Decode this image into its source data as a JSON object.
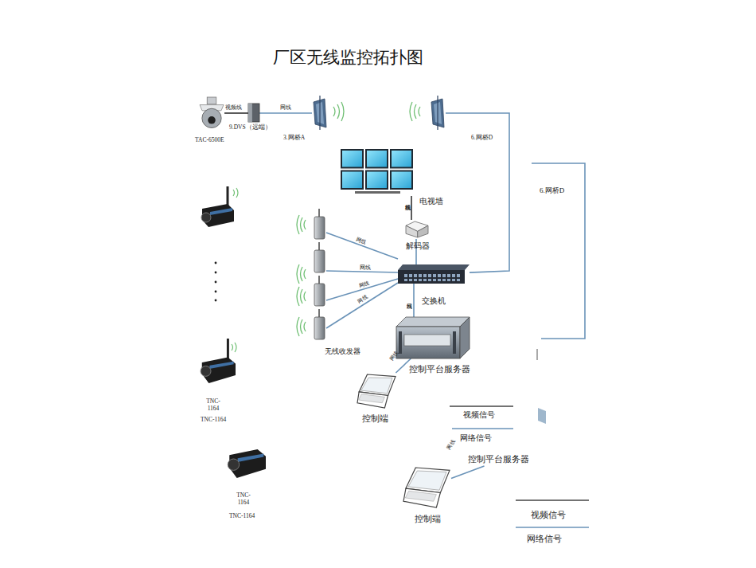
{
  "diagram": {
    "title": "厂区无线监控拓扑图",
    "nodes": [
      {
        "text": [
          "TAC-6500E"
        ]
      },
      {
        "text": [
          "9.DVS（远端）"
        ]
      },
      {
        "text": [
          "3.网桥A"
        ]
      },
      {
        "text": [
          "6.网桥D"
        ]
      },
      {
        "text": [
          "电视墙"
        ]
      },
      {
        "text": [
          "解码器"
        ]
      },
      {
        "text": [
          "交换机"
        ]
      },
      {
        "text": [
          "控制平台服务器"
        ]
      },
      {
        "text": [
          "控制端"
        ]
      },
      {
        "text": [
          "TNC- 1164",
          "TNC-1164"
        ]
      },
      {
        "text": [
          "TNC- 1164",
          "TNC-1164"
        ]
      },
      {
        "text": [
          "控制平台服务器"
        ]
      },
      {
        "text": [
          "控制端"
        ]
      }
    ],
    "edges": [
      {
        "from": 0,
        "to": 1,
        "arrow": "none",
        "label": "视频线"
      },
      {
        "from": 1,
        "to": 2,
        "arrow": "none",
        "label": "网线"
      },
      {
        "from": 3,
        "to": 6,
        "arrow": "none"
      },
      {
        "from": 4,
        "to": 5,
        "arrow": "none",
        "label": "视频线"
      },
      {
        "from": 5,
        "to": 6,
        "arrow": "none"
      },
      {
        "from": 6,
        "to": 7,
        "arrow": "none",
        "label": "网线"
      },
      {
        "from": 7,
        "to": 8,
        "arrow": "none",
        "label": "网线"
      },
      {
        "from": 11,
        "to": 12,
        "arrow": "none",
        "label": "网线"
      }
    ],
    "labels": [
      "网线",
      "网线",
      "网线",
      "网线",
      "无线收发器",
      "6.网桥D"
    ],
    "legend": [
      {
        "text": "视频信号"
      },
      {
        "text": "网络信号"
      },
      {
        "text": "视频信号"
      },
      {
        "text": "网络信号"
      }
    ]
  }
}
